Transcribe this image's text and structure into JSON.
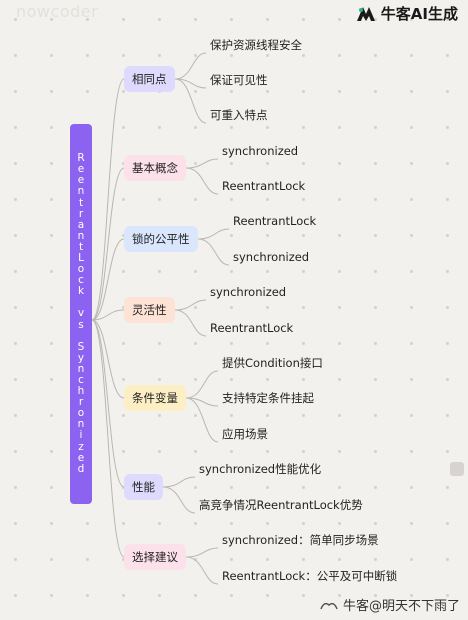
{
  "watermark_top": "nowcoder",
  "brand": {
    "text": "牛客AI生成",
    "logo_icon": "nowcoder-logo-icon"
  },
  "watermark_bottom": "牛客@明天不下雨了",
  "root": {
    "label": "ReentrantLock vs Synchronized"
  },
  "categories": [
    {
      "label": "相同点",
      "color": "#dedafd",
      "items": [
        "保护资源线程安全",
        "保证可见性",
        "可重入特点"
      ]
    },
    {
      "label": "基本概念",
      "color": "#fce0ea",
      "items": [
        "synchronized",
        "ReentrantLock"
      ]
    },
    {
      "label": "锁的公平性",
      "color": "#d9e6fc",
      "items": [
        "ReentrantLock",
        "synchronized"
      ]
    },
    {
      "label": "灵活性",
      "color": "#fde2d6",
      "items": [
        "synchronized",
        "ReentrantLock"
      ]
    },
    {
      "label": "条件变量",
      "color": "#fdefc5",
      "items": [
        "提供Condition接口",
        "支持特定条件挂起",
        "应用场景"
      ]
    },
    {
      "label": "性能",
      "color": "#dedafd",
      "items": [
        "synchronized性能优化",
        "高竞争情况ReentrantLock优势"
      ]
    },
    {
      "label": "选择建议",
      "color": "#fce0ea",
      "items": [
        "synchronized：简单同步场景",
        "ReentrantLock：公平及可中断锁"
      ]
    }
  ]
}
